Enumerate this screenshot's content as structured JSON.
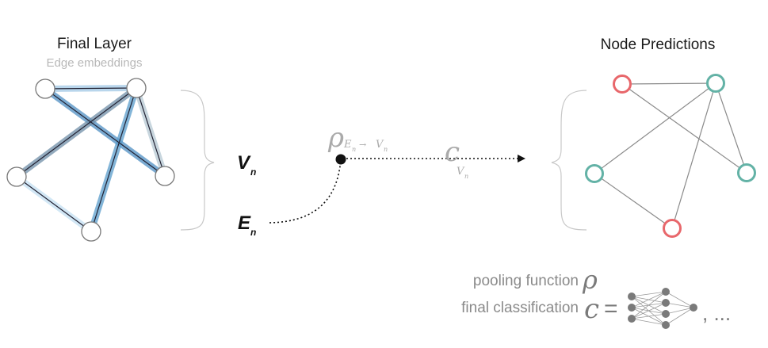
{
  "left_panel": {
    "title": "Final Layer",
    "subtitle": "Edge embeddings"
  },
  "right_panel": {
    "title": "Node Predictions"
  },
  "middle": {
    "vn_symbol": "V",
    "vn_subscript": "n",
    "en_symbol": "E",
    "en_subscript": "n",
    "rho_symbol": "ρ",
    "rho_sub_e": "E",
    "rho_sub_e_n": "n",
    "rho_sub_arrow": "→",
    "rho_sub_v": "V",
    "rho_sub_v_n": "n",
    "c_symbol": "c",
    "c_sub_v": "V",
    "c_sub_n": "n"
  },
  "legend": {
    "pooling_label": "pooling function",
    "pooling_symbol": "ρ",
    "classification_label": "final classification",
    "classification_symbol": "c",
    "equals": "=",
    "ellipsis": ", ..."
  },
  "colors": {
    "node_red": "#e8676b",
    "node_teal": "#63b2a6",
    "edge_blue_dark": "#3d7fb5",
    "edge_blue_light": "#b6d8ee",
    "edge_gray": "#7f7f7f",
    "text_dark": "#1a1a1a",
    "text_light": "#b0b0b0",
    "text_mid": "#8a8a8a",
    "nn_gray": "#7a7a7a"
  }
}
